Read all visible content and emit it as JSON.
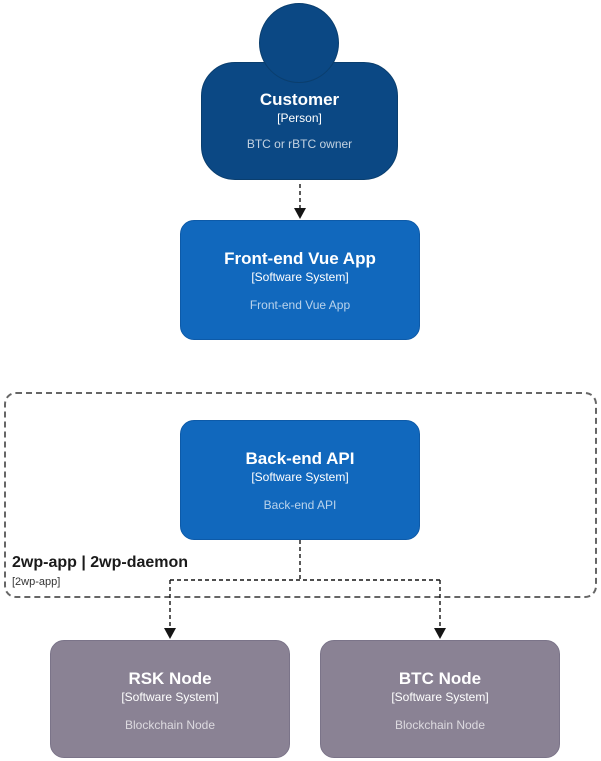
{
  "diagram": {
    "type": "c4-system-context",
    "background": "#ffffff",
    "nodes": {
      "customer": {
        "title": "Customer",
        "subtitle": "[Person]",
        "description": "BTC or rBTC owner",
        "shape": "person",
        "color": "#0b4884"
      },
      "frontend": {
        "title": "Front-end Vue App",
        "subtitle": "[Software System]",
        "description": "Front-end Vue App",
        "shape": "rounded-box",
        "color": "#1168bd"
      },
      "backend": {
        "title": "Back-end API",
        "subtitle": "[Software System]",
        "description": "Back-end API",
        "shape": "rounded-box",
        "color": "#1168bd"
      },
      "rsk_node": {
        "title": "RSK Node",
        "subtitle": "[Software System]",
        "description": "Blockchain Node",
        "shape": "rounded-box",
        "color": "#8a8294"
      },
      "btc_node": {
        "title": "BTC Node",
        "subtitle": "[Software System]",
        "description": "Blockchain Node",
        "shape": "rounded-box",
        "color": "#8a8294"
      }
    },
    "boundary": {
      "title": "2wp-app | 2wp-daemon",
      "subtitle": "[2wp-app]",
      "border_color": "#666666",
      "contains": [
        "backend"
      ]
    },
    "relationships": [
      {
        "from": "Customer",
        "to": "Front-end Vue App",
        "style": "dashed-arrow"
      },
      {
        "from": "Back-end API",
        "to": "RSK Node",
        "style": "dashed-arrow"
      },
      {
        "from": "Back-end API",
        "to": "BTC Node",
        "style": "dashed-arrow"
      }
    ],
    "colors": {
      "person": "#0b4884",
      "software_system": "#1168bd",
      "external_system": "#8a8294",
      "arrow": "#151515",
      "boundary_border": "#666666"
    }
  }
}
